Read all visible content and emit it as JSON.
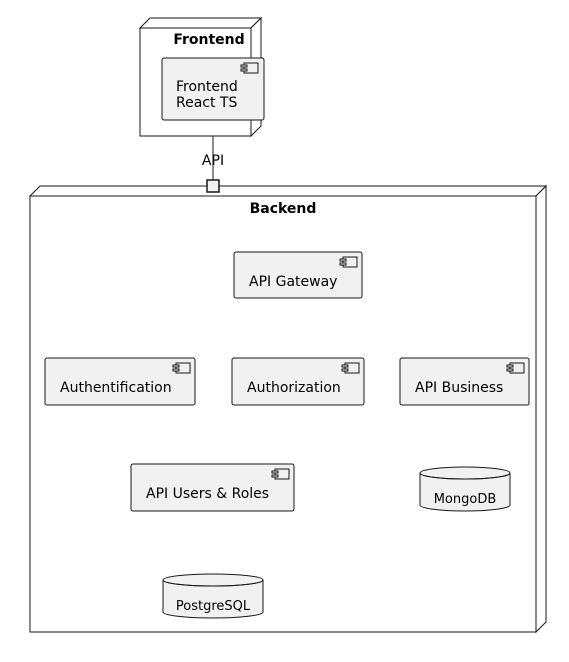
{
  "colors": {
    "background": "#ffffff",
    "node_fill": "#ffffff",
    "component_fill": "#f1f1f1",
    "stroke": "#181818"
  },
  "nodes": {
    "frontend": {
      "title": "Frontend"
    },
    "backend": {
      "title": "Backend"
    }
  },
  "port": {
    "label": "API"
  },
  "components": {
    "frontend_app": {
      "line1": "Frontend",
      "line2": "React TS",
      "icon": "component-icon"
    },
    "api_gateway": {
      "label": "API Gateway",
      "icon": "component-icon"
    },
    "authentification": {
      "label": "Authentification",
      "icon": "component-icon"
    },
    "authorization": {
      "label": "Authorization",
      "icon": "component-icon"
    },
    "api_business": {
      "label": "API Business",
      "icon": "component-icon"
    },
    "api_users_roles": {
      "label": "API Users & Roles",
      "icon": "component-icon"
    }
  },
  "databases": {
    "mongodb": {
      "label": "MongoDB",
      "icon": "database-icon"
    },
    "postgresql": {
      "label": "PostgreSQL",
      "icon": "database-icon"
    }
  }
}
